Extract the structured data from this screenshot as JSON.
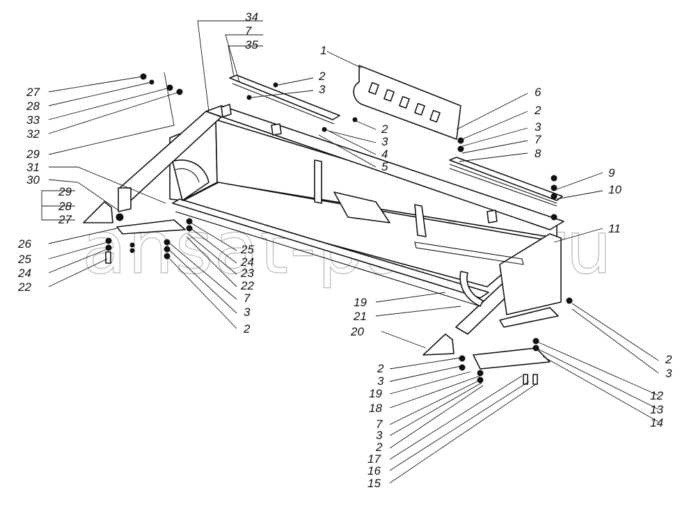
{
  "watermark": "ansat-parts.ru",
  "callouts": {
    "l34": "34",
    "l7a": "7",
    "l35": "35",
    "l1": "1",
    "l2a": "2",
    "l3a": "3",
    "l2b": "2",
    "l3b": "3",
    "l4": "4",
    "l5": "5",
    "l6": "6",
    "l2c": "2",
    "l3c": "3",
    "l7b": "7",
    "l8": "8",
    "l9": "9",
    "l10": "10",
    "l11": "11",
    "l27a": "27",
    "l28a": "28",
    "l33": "33",
    "l32": "32",
    "l29a": "29",
    "l31": "31",
    "l30": "30",
    "l29b": "29",
    "l28b": "28",
    "l27b": "27",
    "l26": "26",
    "l25a": "25",
    "l24a": "24",
    "l22a": "22",
    "l25b": "25",
    "l24b": "24",
    "l23": "23",
    "l22b": "22",
    "l7c": "7",
    "l3d": "3",
    "l2d": "2",
    "l19a": "19",
    "l21": "21",
    "l20": "20",
    "l2e": "2",
    "l3e": "3",
    "l19b": "19",
    "l18": "18",
    "l7d": "7",
    "l3f": "3",
    "l2f": "2",
    "l17": "17",
    "l16": "16",
    "l15": "15",
    "l2g": "2",
    "l3g": "3",
    "l12": "12",
    "l13": "13",
    "l14": "14"
  }
}
